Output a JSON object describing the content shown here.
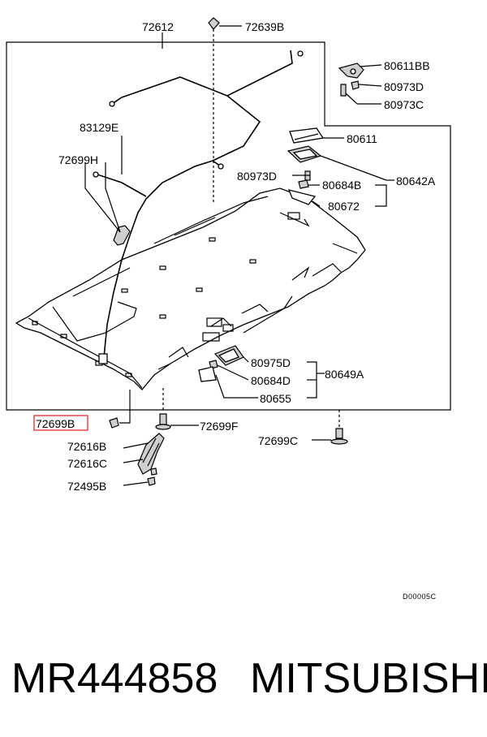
{
  "labels": {
    "p72612": "72612",
    "p72639B": "72639B",
    "p80611BB": "80611BB",
    "p80973D_top": "80973D",
    "p80973C": "80973C",
    "p83129E": "83129E",
    "p80611": "80611",
    "p72699H": "72699H",
    "p80973D_mid": "80973D",
    "p80684B": "80684B",
    "p80642A": "80642A",
    "p80672": "80672",
    "p80975D": "80975D",
    "p80649A": "80649A",
    "p80684D": "80684D",
    "p80655": "80655",
    "p72699B": "72699B",
    "p72699F": "72699F",
    "p72616B": "72616B",
    "p72699C": "72699C",
    "p72616C": "72616C",
    "p72495B": "72495B"
  },
  "diagram_code": "D00005C",
  "footer": {
    "part_number": "MR444858",
    "brand": "MITSUBISHI"
  },
  "highlight_color": "#e04848"
}
